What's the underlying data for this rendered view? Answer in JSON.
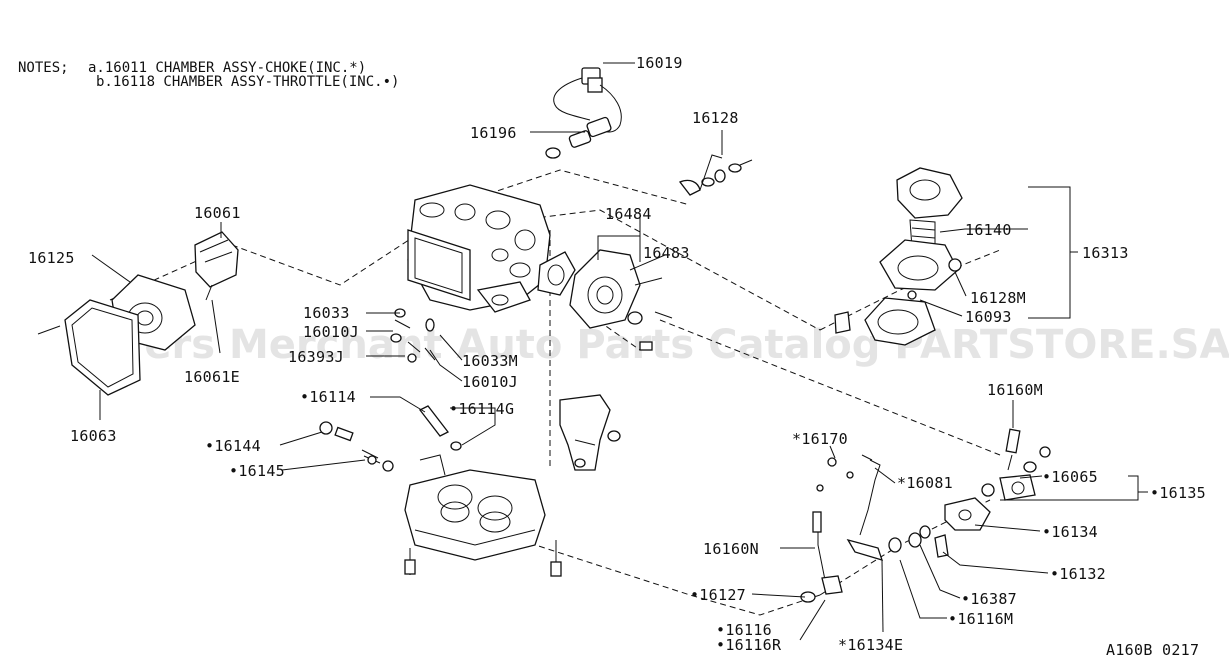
{
  "notes": {
    "prefix": "NOTES;",
    "line_a": "a.16011 CHAMBER ASSY-CHOKE(INC.*)",
    "line_b": "b.16118 CHAMBER ASSY-THROTTLE(INC.•)"
  },
  "watermark": "Offers Merchant Auto Parts Catalog PARTSTORE.SA",
  "diagram_code": "A160B 0217",
  "parts": {
    "p16019": "16019",
    "p16196": "16196",
    "p16128": "16128",
    "p16061": "16061",
    "p16125": "16125",
    "p16484": "16484",
    "p16483": "16483",
    "p16140": "16140",
    "p16313": "16313",
    "p16128M": "16128M",
    "p16093": "16093",
    "p16033": "16033",
    "p16010J_a": "16010J",
    "p16393J": "16393J",
    "p16033M": "16033M",
    "p16010J_b": "16010J",
    "p16061E": "16061E",
    "p16063": "16063",
    "p16114": "•16114",
    "p16114G": "•16114G",
    "p16144": "•16144",
    "p16145": "•16145",
    "p16160M": "16160M",
    "p16170": "*16170",
    "p16081": "*16081",
    "p16065": "•16065",
    "p16135": "•16135",
    "p16134": "•16134",
    "p16160N": "16160N",
    "p16132": "•16132",
    "p16127": "•16127",
    "p16387": "•16387",
    "p16116M": "•16116M",
    "p16116": "•16116",
    "p16116R": "•16116R",
    "p16134E": "*16134E"
  }
}
